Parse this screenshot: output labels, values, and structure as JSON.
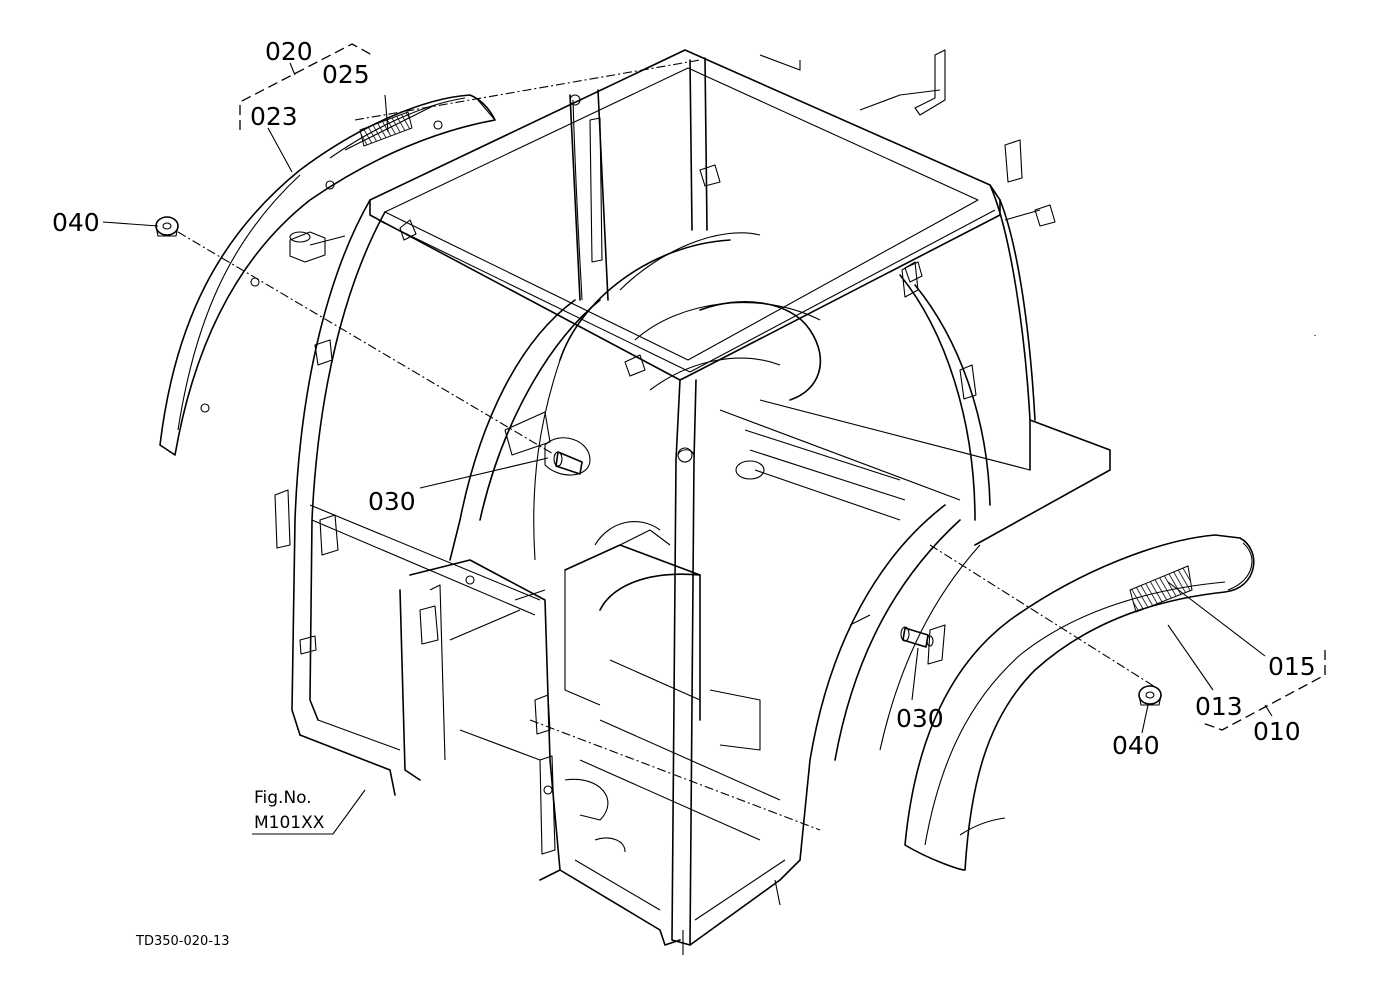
{
  "drawing_id": "TD350-020-13",
  "figure_reference": {
    "prefix": "Fig.No.",
    "number": "M101XX"
  },
  "callouts": {
    "c020": "020",
    "c025": "025",
    "c023": "023",
    "c040_left": "040",
    "c030_left": "030",
    "c030_right": "030",
    "c040_right": "040",
    "c015": "015",
    "c013": "013",
    "c010": "010"
  }
}
